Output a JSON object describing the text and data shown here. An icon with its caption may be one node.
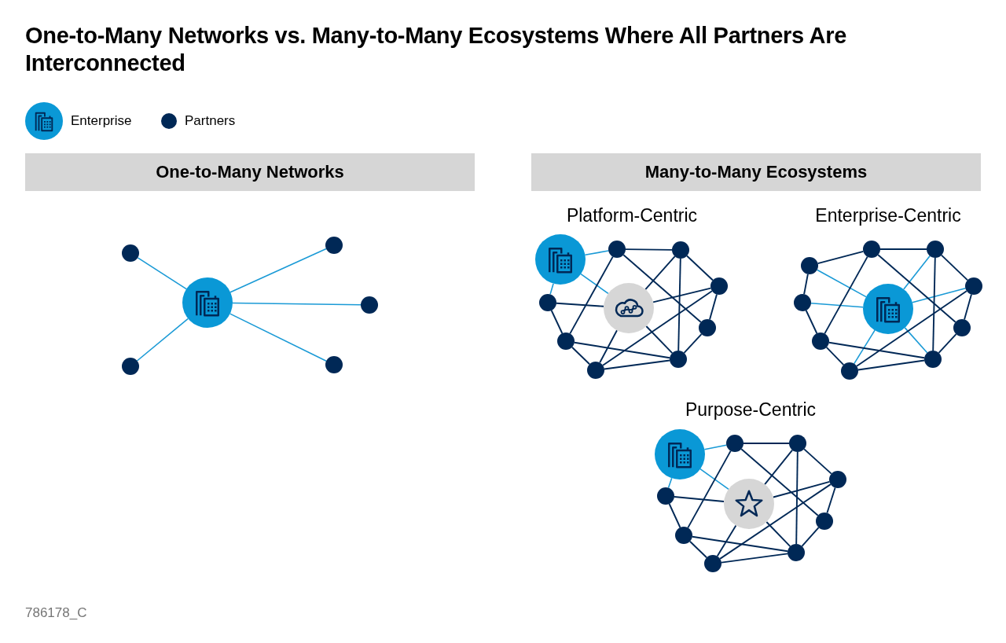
{
  "diagram": {
    "title": "One-to-Many Networks vs. Many-to-Many Ecosystems Where All Partners Are Interconnected",
    "nodes": [
      {
        "text": [
          "One-to-Many Networks"
        ]
      },
      {
        "text": [
          "Many-to-Many Ecosystems"
        ]
      },
      {
        "text": [],
        "shape": "circle"
      },
      {
        "text": [],
        "shape": "circle"
      },
      {
        "text": [],
        "shape": "circle"
      },
      {
        "text": [],
        "shape": "circle"
      },
      {
        "text": [],
        "shape": "circle"
      },
      {
        "text": [],
        "shape": "circle"
      },
      {
        "text": [],
        "shape": "circle"
      },
      {
        "text": [],
        "shape": "circle"
      },
      {
        "text": [],
        "shape": "circle"
      },
      {
        "text": [],
        "shape": "circle"
      },
      {
        "text": [],
        "shape": "circle"
      },
      {
        "text": [],
        "shape": "circle"
      },
      {
        "text": [],
        "shape": "circle"
      },
      {
        "text": [],
        "shape": "circle"
      },
      {
        "text": [],
        "shape": "circle"
      },
      {
        "text": [],
        "shape": "circle"
      },
      {
        "text": [],
        "shape": "circle"
      },
      {
        "text": [],
        "shape": "circle"
      },
      {
        "text": [],
        "shape": "circle"
      },
      {
        "text": [],
        "shape": "circle"
      },
      {
        "text": [],
        "shape": "circle"
      },
      {
        "text": [],
        "shape": "circle"
      },
      {
        "text": [],
        "shape": "circle"
      },
      {
        "text": [],
        "shape": "circle"
      },
      {
        "text": [],
        "shape": "circle"
      },
      {
        "text": [],
        "shape": "circle"
      },
      {
        "text": [],
        "shape": "circle"
      },
      {
        "text": [],
        "shape": "circle"
      },
      {
        "text": [],
        "shape": "circle"
      },
      {
        "text": [],
        "shape": "circle"
      },
      {
        "text": [],
        "shape": "circle"
      },
      {
        "text": [],
        "shape": "circle"
      },
      {
        "text": [],
        "shape": "circle"
      },
      {
        "text": [],
        "shape": "circle"
      },
      {
        "text": [],
        "shape": "circle"
      },
      {
        "text": [],
        "shape": "circle"
      }
    ],
    "edges": [
      {
        "from": 2,
        "to": 3,
        "arrow": "none",
        "color": "#1a9ad6"
      },
      {
        "from": 2,
        "to": 4,
        "arrow": "none",
        "color": "#1a9ad6"
      },
      {
        "from": 2,
        "to": 5,
        "arrow": "none",
        "color": "#1a9ad6"
      },
      {
        "from": 2,
        "to": 6,
        "arrow": "none",
        "color": "#1a9ad6"
      },
      {
        "from": 2,
        "to": 7,
        "arrow": "none",
        "color": "#1a9ad6"
      },
      {
        "from": 8,
        "to": 9,
        "arrow": "none",
        "color": "#1a9ad6"
      },
      {
        "from": 8,
        "to": 13,
        "arrow": "none",
        "color": "#1a9ad6"
      },
      {
        "from": 8,
        "to": 12,
        "arrow": "none",
        "color": "#1a9ad6"
      },
      {
        "from": 9,
        "to": 10,
        "arrow": "none"
      },
      {
        "from": 9,
        "to": 15,
        "arrow": "none"
      },
      {
        "from": 9,
        "to": 14,
        "arrow": "none"
      },
      {
        "from": 10,
        "to": 13,
        "arrow": "none"
      },
      {
        "from": 10,
        "to": 11,
        "arrow": "none"
      },
      {
        "from": 10,
        "to": 16,
        "arrow": "none"
      },
      {
        "from": 11,
        "to": 13,
        "arrow": "none"
      },
      {
        "from": 11,
        "to": 17,
        "arrow": "none"
      },
      {
        "from": 11,
        "to": 14,
        "arrow": "none"
      },
      {
        "from": 12,
        "to": 13,
        "arrow": "none"
      },
      {
        "from": 12,
        "to": 15,
        "arrow": "none"
      },
      {
        "from": 13,
        "to": 17,
        "arrow": "none"
      },
      {
        "from": 13,
        "to": 16,
        "arrow": "none"
      },
      {
        "from": 14,
        "to": 16,
        "arrow": "none"
      },
      {
        "from": 15,
        "to": 17,
        "arrow": "none"
      },
      {
        "from": 15,
        "to": 16,
        "arrow": "none"
      },
      {
        "from": 17,
        "to": 16,
        "arrow": "none"
      },
      {
        "from": 23,
        "to": 20,
        "arrow": "none",
        "color": "#1a9ad6"
      },
      {
        "from": 23,
        "to": 19,
        "arrow": "none",
        "color": "#1a9ad6"
      },
      {
        "from": 23,
        "to": 22,
        "arrow": "none",
        "color": "#1a9ad6"
      },
      {
        "from": 23,
        "to": 21,
        "arrow": "none",
        "color": "#1a9ad6"
      },
      {
        "from": 23,
        "to": 27,
        "arrow": "none",
        "color": "#1a9ad6"
      },
      {
        "from": 23,
        "to": 26,
        "arrow": "none",
        "color": "#1a9ad6"
      },
      {
        "from": 20,
        "to": 18,
        "arrow": "none"
      },
      {
        "from": 20,
        "to": 22,
        "arrow": "none"
      },
      {
        "from": 18,
        "to": 19,
        "arrow": "none"
      },
      {
        "from": 18,
        "to": 25,
        "arrow": "none"
      },
      {
        "from": 18,
        "to": 24,
        "arrow": "none"
      },
      {
        "from": 19,
        "to": 26,
        "arrow": "none"
      },
      {
        "from": 19,
        "to": 21,
        "arrow": "none"
      },
      {
        "from": 22,
        "to": 25,
        "arrow": "none"
      },
      {
        "from": 21,
        "to": 24,
        "arrow": "none"
      },
      {
        "from": 21,
        "to": 27,
        "arrow": "none"
      },
      {
        "from": 25,
        "to": 27,
        "arrow": "none"
      },
      {
        "from": 25,
        "to": 26,
        "arrow": "none"
      },
      {
        "from": 24,
        "to": 26,
        "arrow": "none"
      },
      {
        "from": 27,
        "to": 26,
        "arrow": "none"
      },
      {
        "from": 28,
        "to": 29,
        "arrow": "none",
        "color": "#1a9ad6"
      },
      {
        "from": 28,
        "to": 33,
        "arrow": "none",
        "color": "#1a9ad6"
      },
      {
        "from": 28,
        "to": 32,
        "arrow": "none",
        "color": "#1a9ad6"
      },
      {
        "from": 29,
        "to": 30,
        "arrow": "none"
      },
      {
        "from": 29,
        "to": 35,
        "arrow": "none"
      },
      {
        "from": 29,
        "to": 34,
        "arrow": "none"
      },
      {
        "from": 30,
        "to": 33,
        "arrow": "none"
      },
      {
        "from": 30,
        "to": 31,
        "arrow": "none"
      },
      {
        "from": 30,
        "to": 36,
        "arrow": "none"
      },
      {
        "from": 31,
        "to": 33,
        "arrow": "none"
      },
      {
        "from": 31,
        "to": 37,
        "arrow": "none"
      },
      {
        "from": 31,
        "to": 34,
        "arrow": "none"
      },
      {
        "from": 32,
        "to": 33,
        "arrow": "none"
      },
      {
        "from": 32,
        "to": 35,
        "arrow": "none"
      },
      {
        "from": 33,
        "to": 37,
        "arrow": "none"
      },
      {
        "from": 33,
        "to": 36,
        "arrow": "none"
      },
      {
        "from": 34,
        "to": 36,
        "arrow": "none"
      },
      {
        "from": 35,
        "to": 37,
        "arrow": "none"
      },
      {
        "from": 35,
        "to": 36,
        "arrow": "none"
      },
      {
        "from": 37,
        "to": 36,
        "arrow": "none"
      }
    ],
    "labels": [
      "Platform-Centric",
      "Enterprise-Centric",
      "Purpose-Centric",
      "786178_C"
    ],
    "legend": [
      {
        "text": "Enterprise"
      },
      {
        "text": "Partners"
      }
    ]
  }
}
